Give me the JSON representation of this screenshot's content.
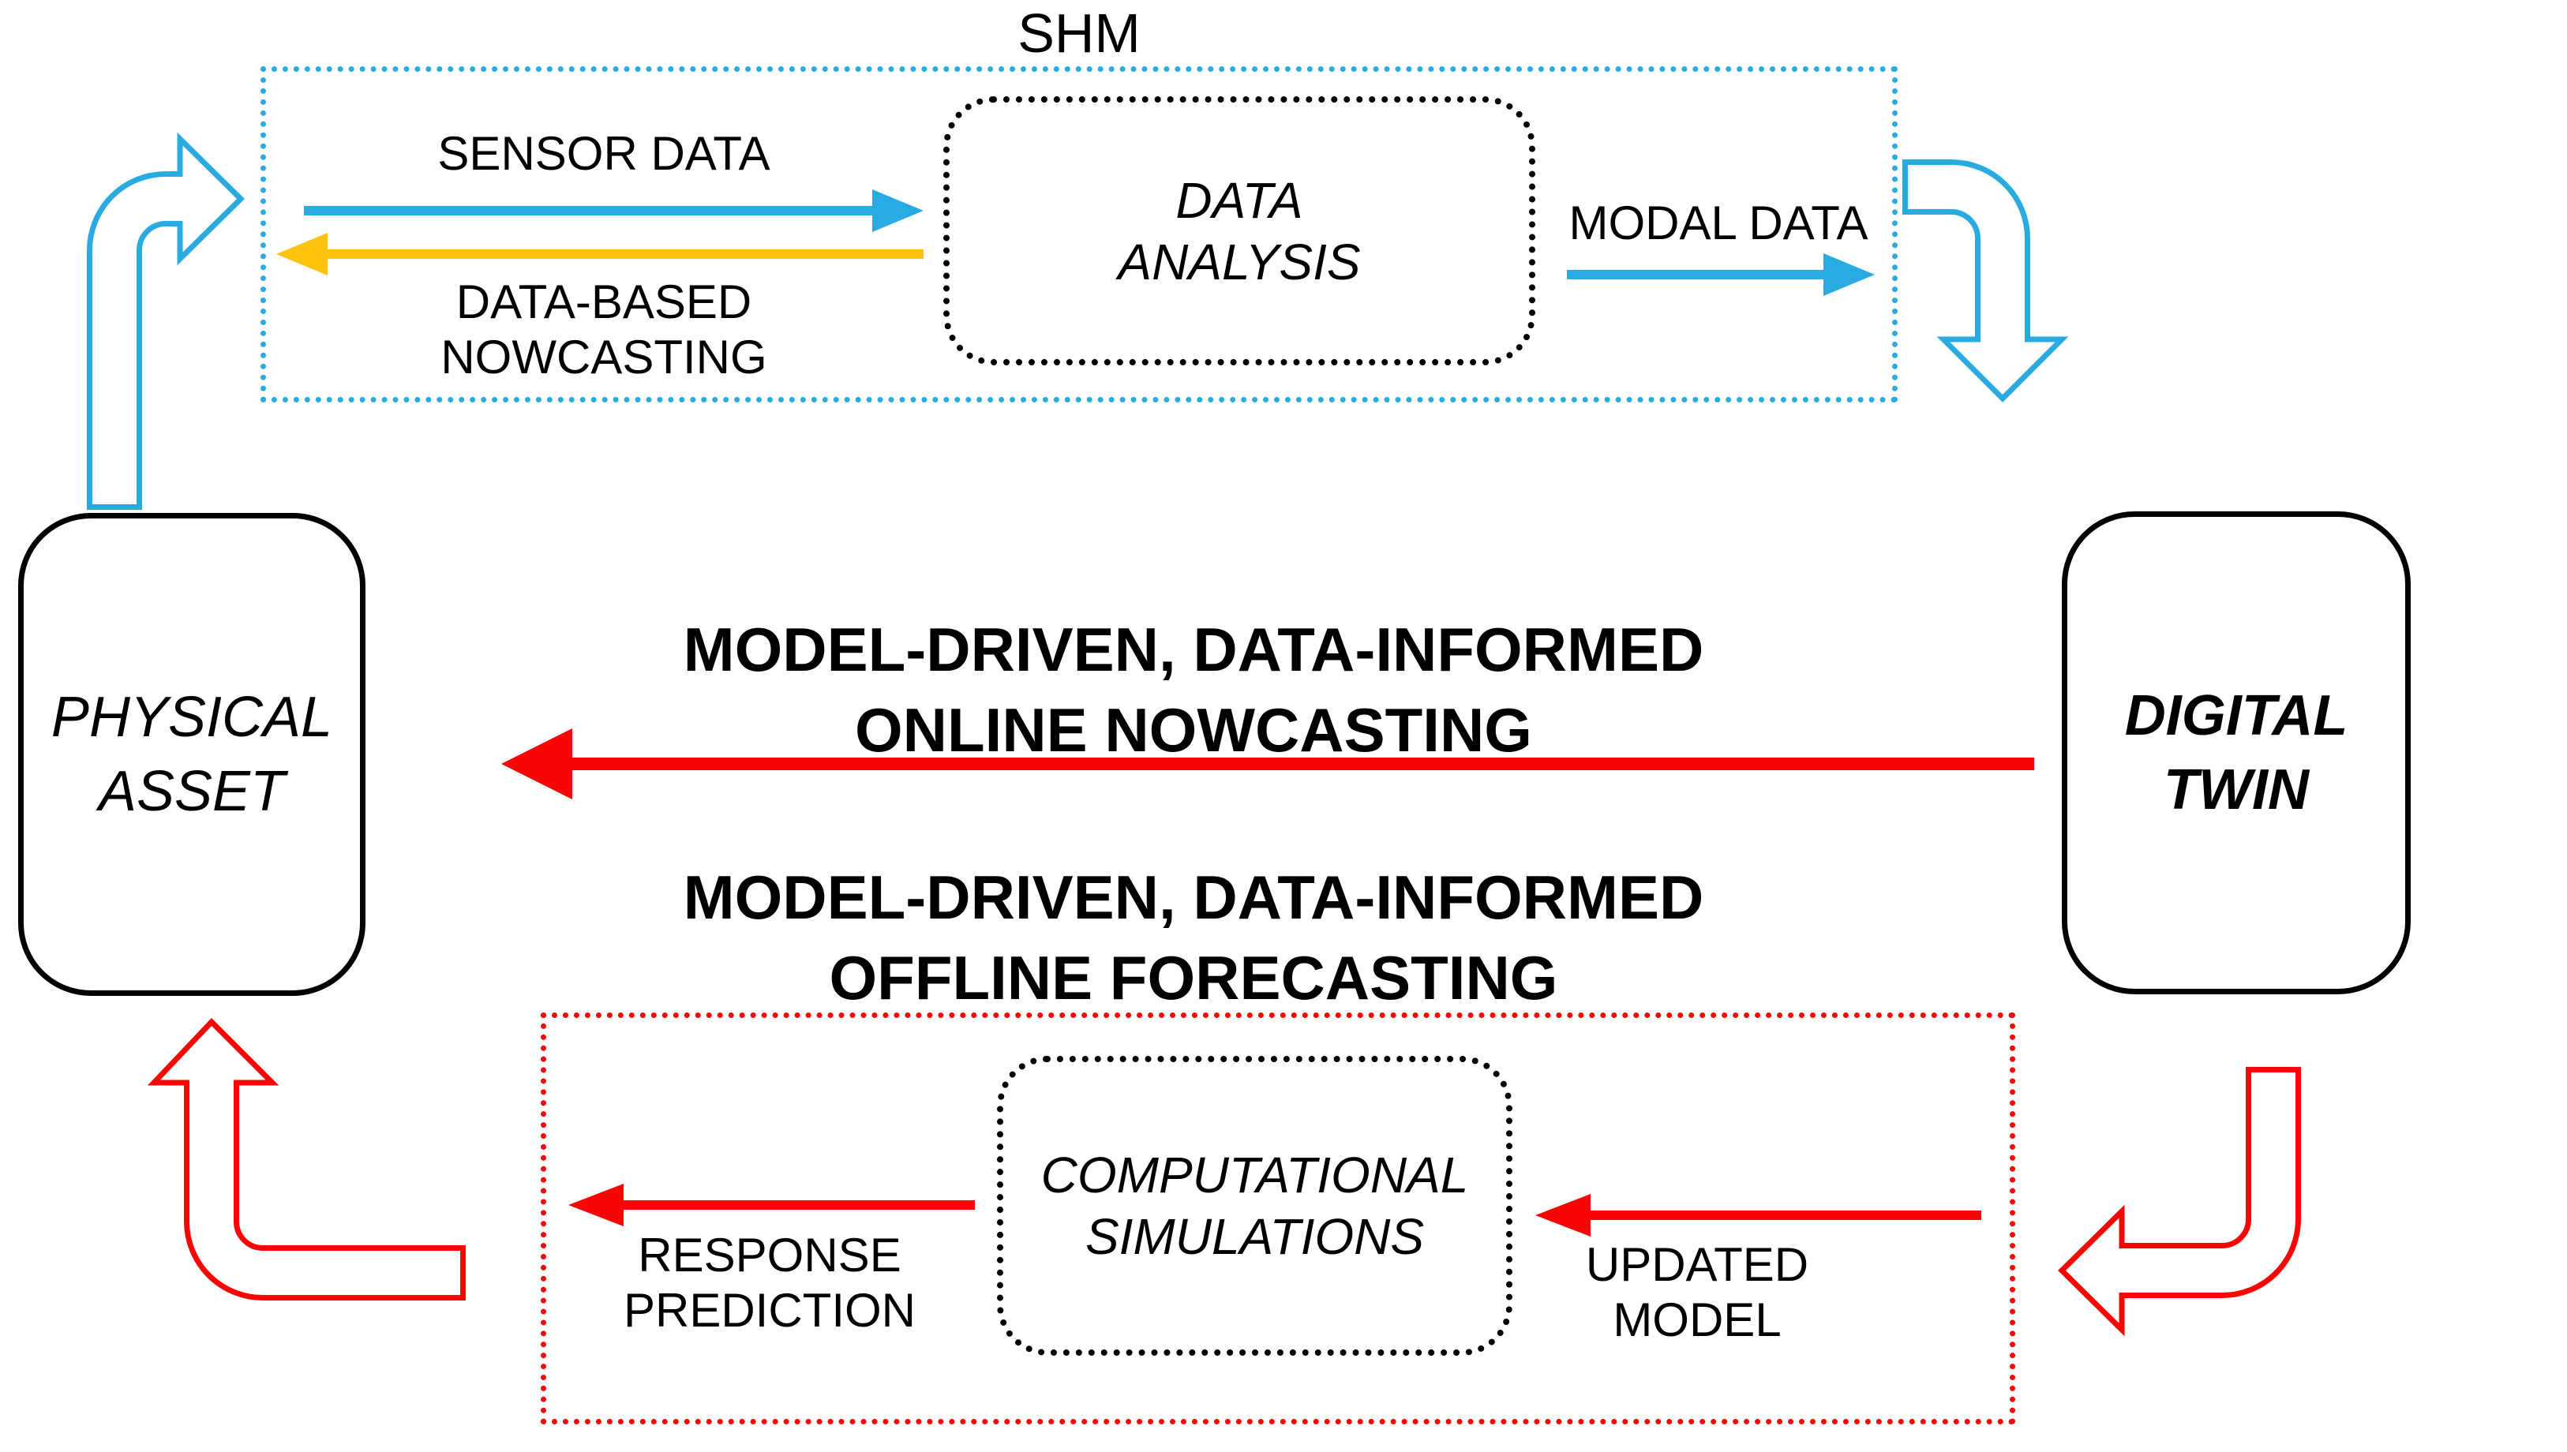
{
  "diagram": {
    "shm_title": "SHM",
    "colors": {
      "blue": "#29ABE2",
      "yellow": "#FFC20E",
      "red": "#FA0505",
      "black": "#000000"
    },
    "nodes": {
      "physical_asset": {
        "line1": "PHYSICAL",
        "line2": "ASSET"
      },
      "digital_twin": {
        "line1": "DIGITAL",
        "line2": "TWIN"
      },
      "data_analysis": {
        "line1": "DATA",
        "line2": "ANALYSIS"
      },
      "computational_simulations": {
        "line1": "COMPUTATIONAL",
        "line2": "SIMULATIONS"
      }
    },
    "labels": {
      "sensor_data": "SENSOR DATA",
      "data_based_nowcasting": {
        "line1": "DATA-BASED",
        "line2": "NOWCASTING"
      },
      "modal_data": "MODAL DATA",
      "online_nowcasting": {
        "line1": "MODEL-DRIVEN, DATA-INFORMED",
        "line2": "ONLINE NOWCASTING"
      },
      "offline_forecasting": {
        "line1": "MODEL-DRIVEN, DATA-INFORMED",
        "line2": "OFFLINE FORECASTING"
      },
      "response_prediction": {
        "line1": "RESPONSE",
        "line2": "PREDICTION"
      },
      "updated_model": {
        "line1": "UPDATED",
        "line2": "MODEL"
      }
    },
    "arrows": {
      "physical_to_shm": {
        "icon": "curved-arrow-up-right-icon",
        "color": "blue"
      },
      "shm_to_digital_twin": {
        "icon": "curved-arrow-right-down-icon",
        "color": "blue"
      },
      "digital_twin_to_forecasting": {
        "icon": "curved-arrow-down-left-icon",
        "color": "red"
      },
      "forecasting_to_physical": {
        "icon": "curved-arrow-left-up-icon",
        "color": "red"
      },
      "sensor_data": {
        "icon": "arrow-right-icon",
        "color": "blue"
      },
      "data_based_nowcasting": {
        "icon": "arrow-left-icon",
        "color": "yellow"
      },
      "modal_data": {
        "icon": "arrow-right-icon",
        "color": "blue"
      },
      "online_nowcasting": {
        "icon": "arrow-left-icon",
        "color": "red"
      },
      "response_prediction": {
        "icon": "arrow-left-icon",
        "color": "red"
      },
      "updated_model": {
        "icon": "arrow-left-icon",
        "color": "red"
      }
    }
  }
}
